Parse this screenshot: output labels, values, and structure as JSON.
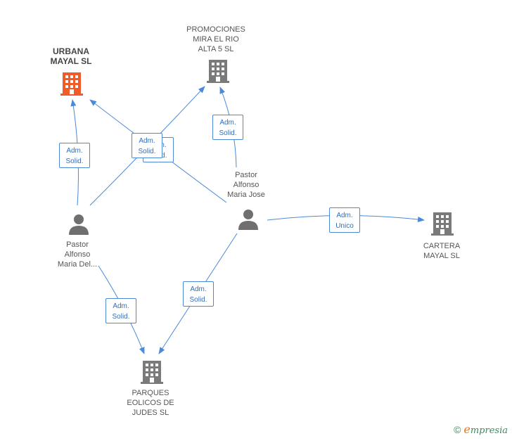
{
  "colors": {
    "edge": "#4a8ad8",
    "company": "#7a7a7a",
    "company_highlight": "#f15a29",
    "person": "#6f6f6f"
  },
  "nodes": {
    "urbana": {
      "label": "URBANA\nMAYAL SL",
      "icon": "building-icon",
      "highlight": true
    },
    "promociones": {
      "label": "PROMOCIONES\nMIRA EL RIO\nALTA 5 SL",
      "icon": "building-icon"
    },
    "cartera": {
      "label": "CARTERA\nMAYAL SL",
      "icon": "building-icon"
    },
    "parques": {
      "label": "PARQUES\nEOLICOS DE\nJUDES SL",
      "icon": "building-icon"
    },
    "pastor_del": {
      "label": "Pastor\nAlfonso\nMaria Del...",
      "icon": "person-icon"
    },
    "pastor_jose": {
      "label": "Pastor\nAlfonso\nMaria Jose",
      "icon": "person-icon"
    }
  },
  "edges": {
    "e1": {
      "label": "Adm.\nSolid."
    },
    "e2": {
      "label": "Adm.\nSolid."
    },
    "e3": {
      "label": "Adm.\nSolid."
    },
    "e4": {
      "label": "Adm.\nSolid."
    },
    "e5": {
      "label": "Adm.\nUnico"
    },
    "e6": {
      "label": "Adm.\nSolid."
    },
    "e7": {
      "label": "Adm.\nSolid."
    }
  },
  "footer": {
    "copyright": "©",
    "brand_initial": "e",
    "brand_rest": "mpresia"
  }
}
